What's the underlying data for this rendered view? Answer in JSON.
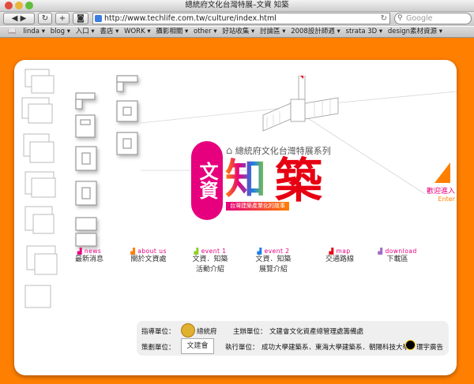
{
  "window": {
    "title": "總統府文化台灣特展–文資 知築"
  },
  "toolbar": {
    "url": "http://www.techlife.com.tw/culture/index.html",
    "search_placeholder": "Google"
  },
  "bookmarks": [
    "linda ▾",
    "blog ▾",
    "入口 ▾",
    "書店 ▾",
    "WORK ▾",
    "攝影相關 ▾",
    "other ▾",
    "好站收集 ▾",
    "討論區 ▾",
    "2008設計師週 ▾",
    "strata 3D ▾",
    "design素材資源 ▾"
  ],
  "hero": {
    "series_title": "總統府文化台灣特展系列",
    "badge_text": "文資",
    "main_title_1": "知",
    "main_title_2": "築",
    "subtitle": "台灣建築產業化的故事"
  },
  "enter": {
    "zh": "歡迎進入",
    "en": "Enter"
  },
  "menu": [
    {
      "en": "news",
      "zh1": "最新消息",
      "zh2": ""
    },
    {
      "en": "about us",
      "zh1": "關於文資處",
      "zh2": ""
    },
    {
      "en": "event 1",
      "zh1": "文資．知築",
      "zh2": "活動介紹"
    },
    {
      "en": "event 2",
      "zh1": "文資．知築",
      "zh2": "展覽介紹"
    },
    {
      "en": "map",
      "zh1": "交通路線",
      "zh2": ""
    },
    {
      "en": "download",
      "zh1": "下載區",
      "zh2": ""
    }
  ],
  "footer": {
    "guide_label": "指導單位：",
    "guide_org": "總統府",
    "host_label": "主辦單位：",
    "host_org": "文建會文化資產總管理處籌備處",
    "plan_label": "策劃單位：",
    "plan_org": "文建會",
    "exec_label": "執行單位：",
    "exec_org": "成功大學建築系．東海大學建築系．朝陽科技大學",
    "exec_extra": "環宇廣告"
  },
  "colors": {
    "orange": "#ff7f00",
    "magenta": "#e6007e",
    "red": "#e60012"
  }
}
